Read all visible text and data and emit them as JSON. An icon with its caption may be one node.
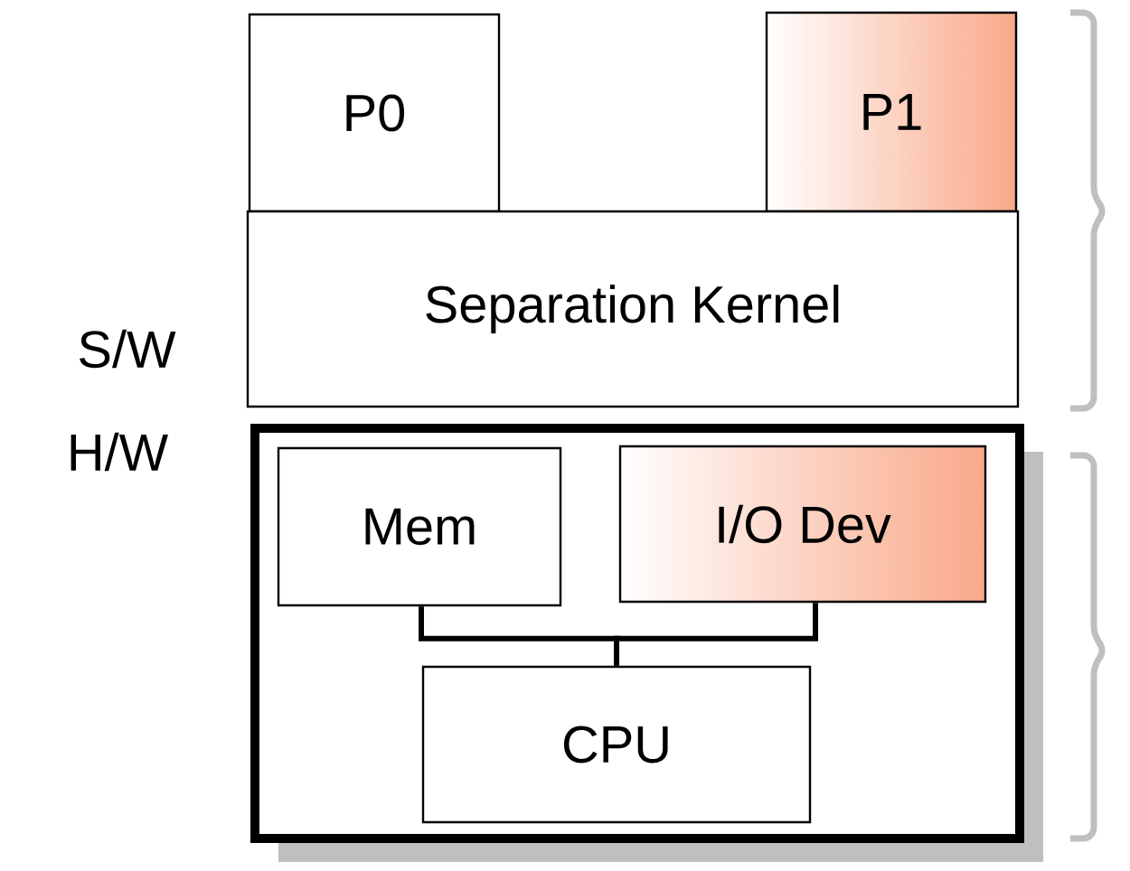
{
  "diagram": {
    "nodes": [
      {
        "text": [
          "P0"
        ]
      },
      {
        "text": [
          "P1"
        ]
      },
      {
        "text": [
          "Separation Kernel"
        ]
      },
      {
        "text": [],
        "shape": "box"
      },
      {
        "text": [
          "Mem"
        ],
        "in": 3
      },
      {
        "text": [
          "I/O Dev"
        ],
        "in": 3
      },
      {
        "text": [
          "CPU"
        ],
        "in": 3
      }
    ],
    "edges": [
      {
        "from": 4,
        "to": 6,
        "arrow": "none"
      },
      {
        "from": 5,
        "to": 6,
        "arrow": "none"
      }
    ],
    "labels": [
      "S/W",
      "H/W"
    ]
  }
}
